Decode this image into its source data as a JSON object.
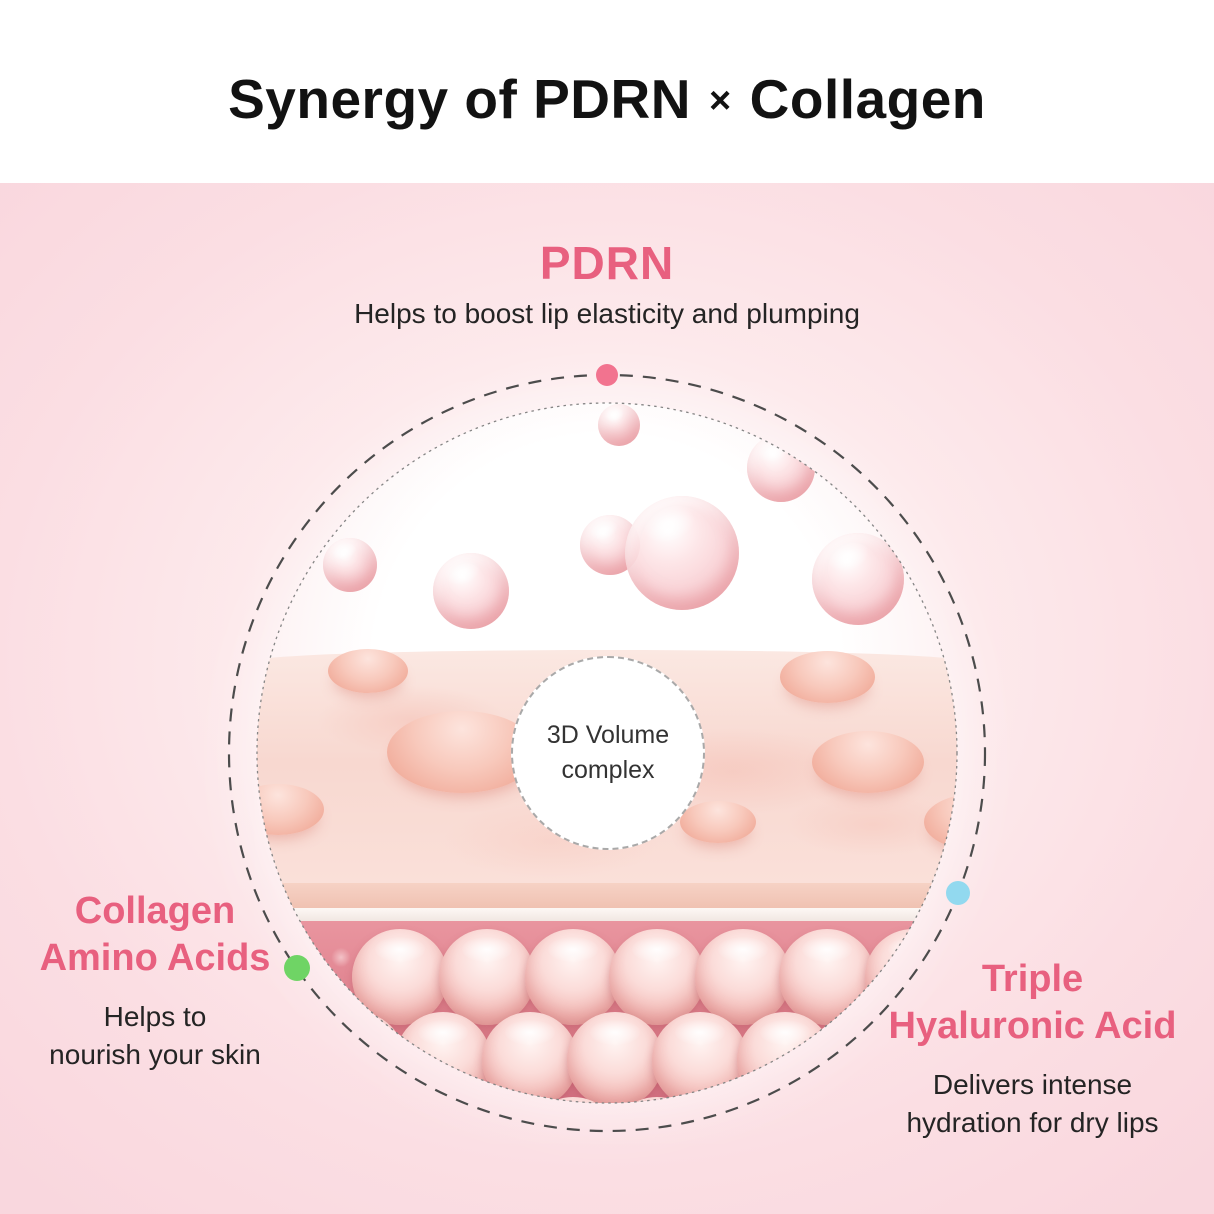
{
  "title": {
    "part1": "Synergy of PDRN",
    "times": "×",
    "part2": "Collagen"
  },
  "pdrn": {
    "heading": "PDRN",
    "description": "Helps to boost lip elasticity and plumping"
  },
  "collagen": {
    "heading": "Collagen\nAmino Acids",
    "description": "Helps to\nnourish your skin"
  },
  "hyaluronic": {
    "heading": "Triple\nHyaluronic Acid",
    "description": "Delivers intense\nhydration for dry lips"
  },
  "center_label": "3D Volume\ncomplex",
  "colors": {
    "heading_pink": "#e8607f",
    "pdrn_marker_dot": "#f2738f",
    "collagen_marker_dot": "#6fd465",
    "hyaluronic_marker_dot": "#92d9ef",
    "background_pink": "#fbdee3",
    "title_text": "#121212"
  }
}
